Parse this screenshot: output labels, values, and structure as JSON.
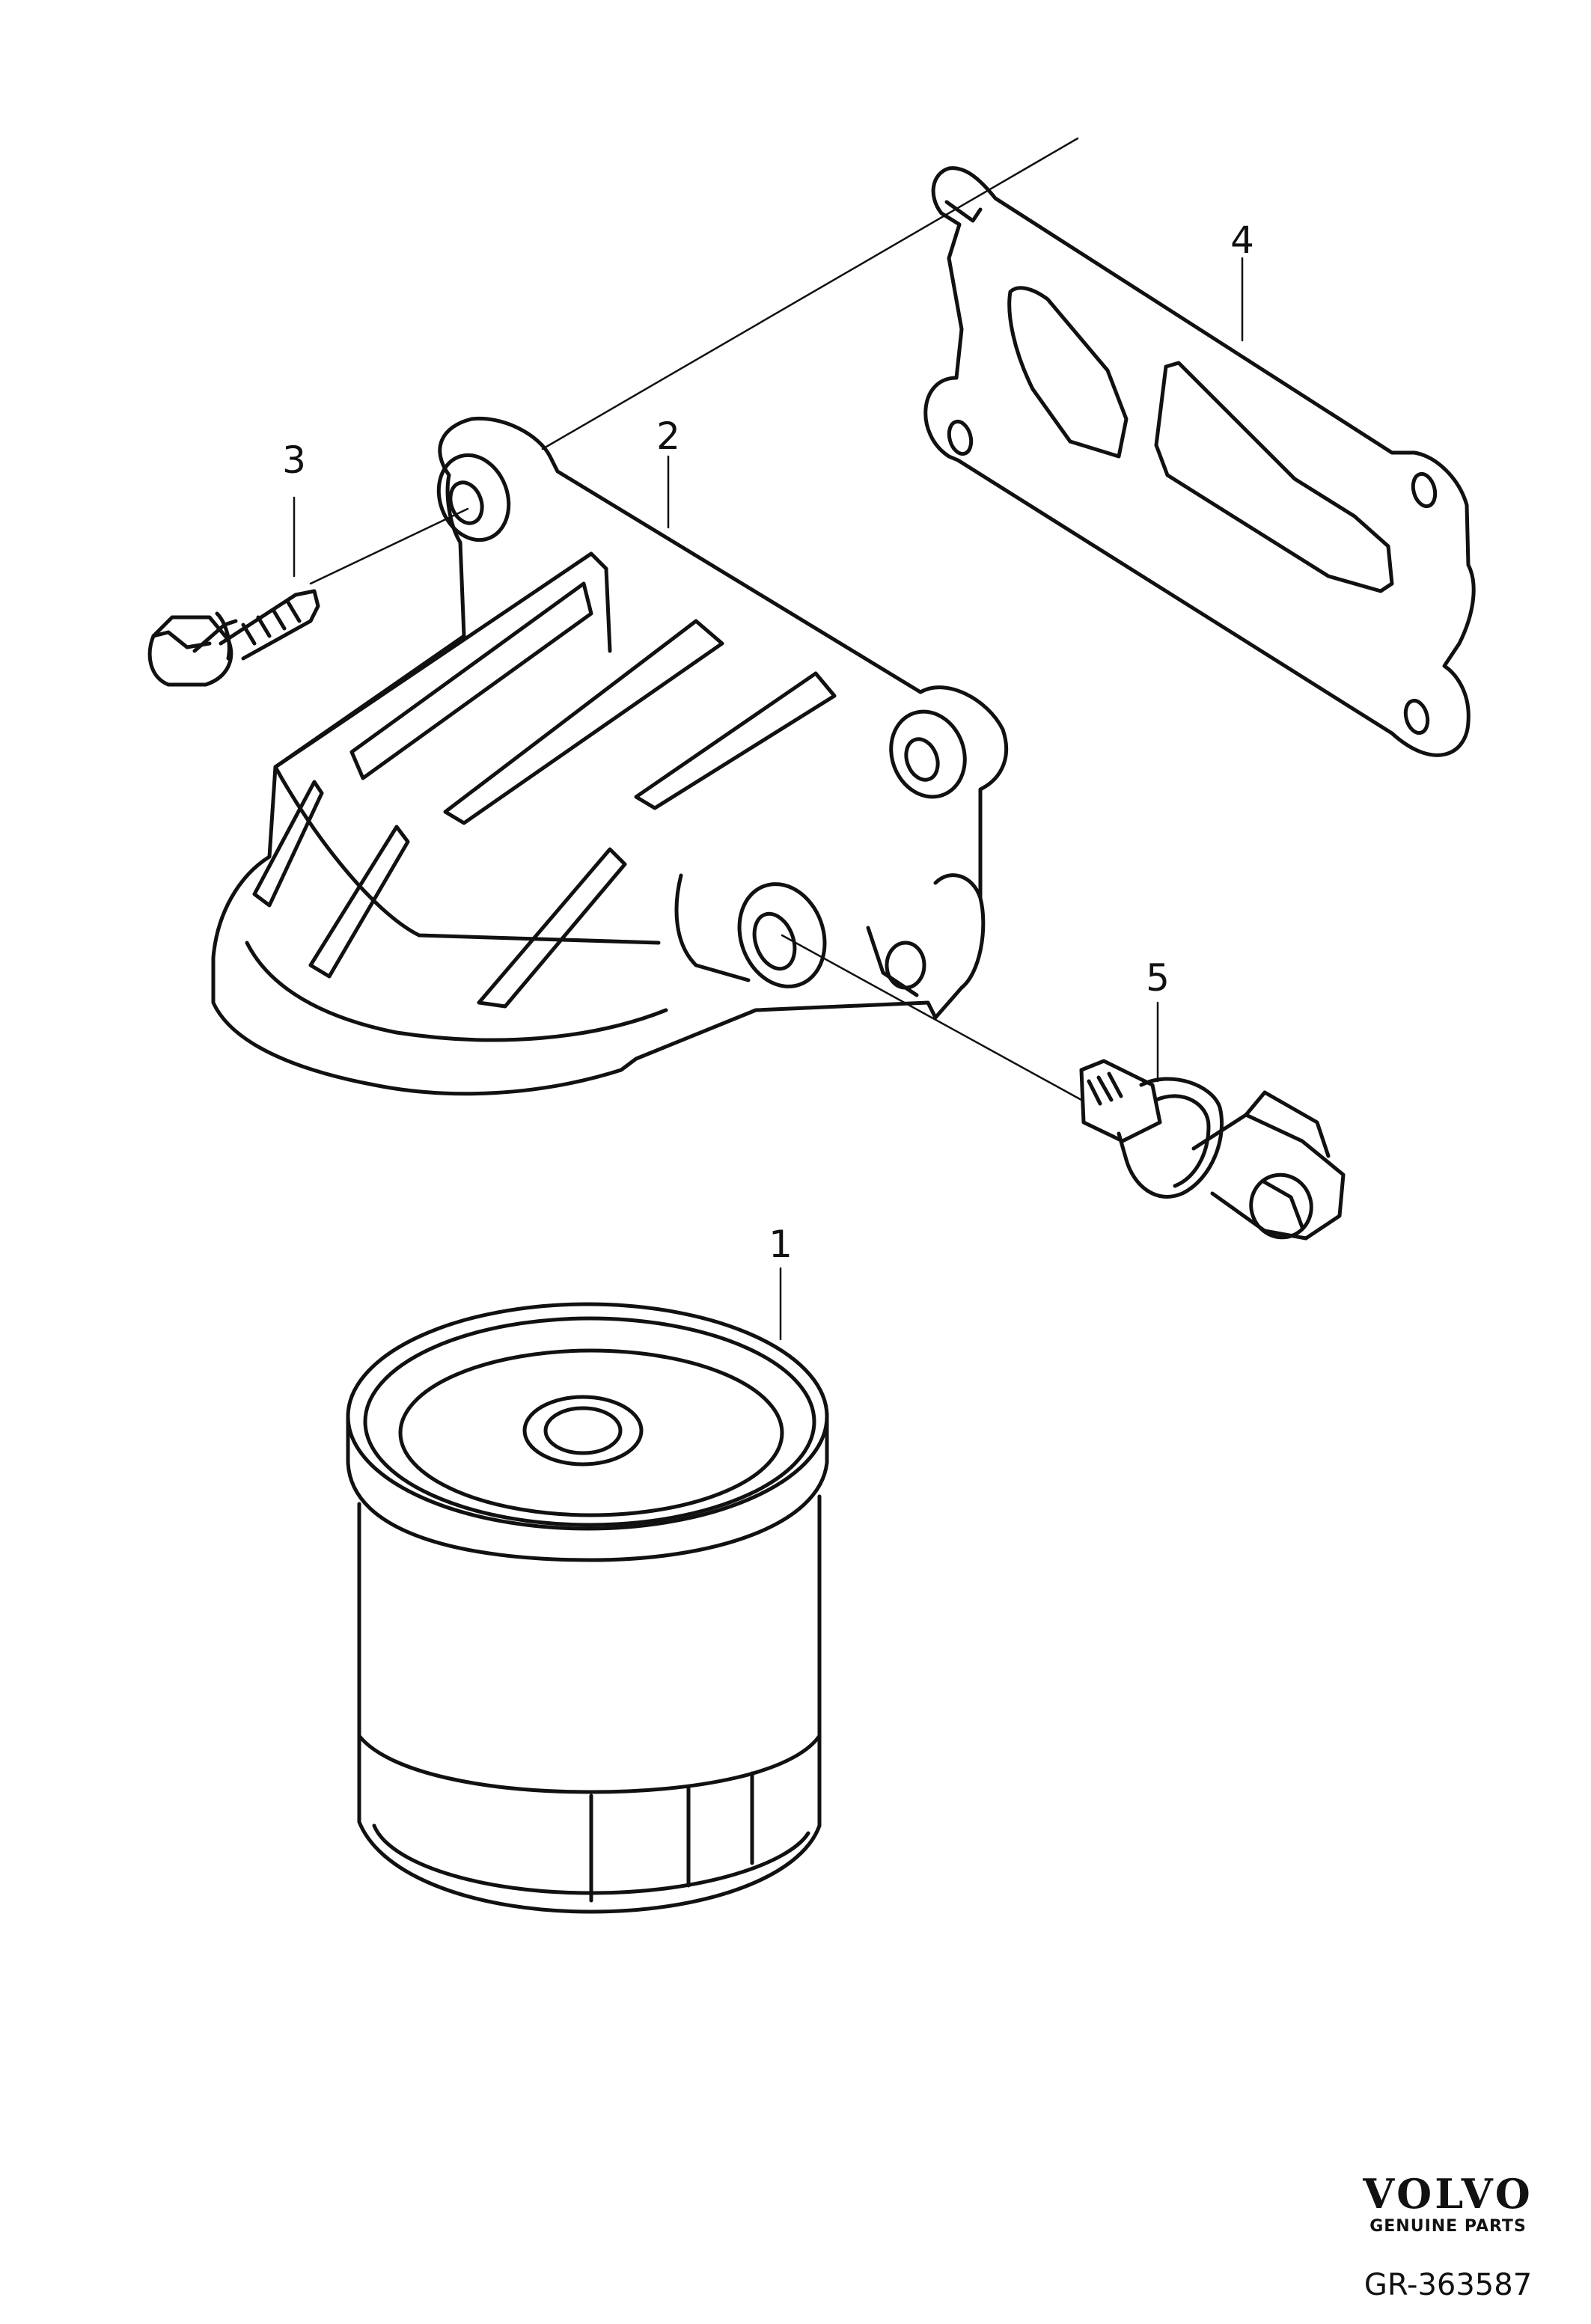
{
  "callouts": [
    "1",
    "2",
    "3",
    "4",
    "5"
  ],
  "brand": {
    "logo": "VOLVO",
    "subtitle": "GENUINE PARTS"
  },
  "reference": "GR-363587",
  "colors": {
    "line": "#111111",
    "background": "#ffffff"
  }
}
